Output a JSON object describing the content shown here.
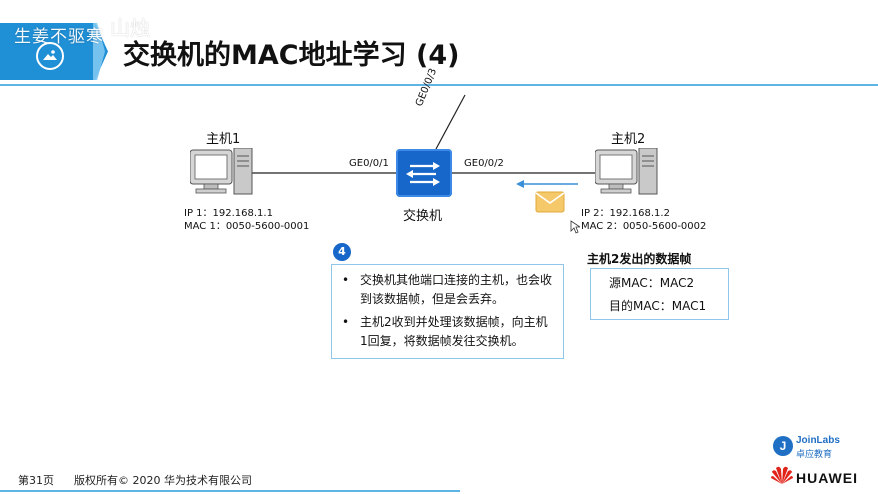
{
  "header": {
    "watermark": "生姜不驱寒",
    "watermark_sig": "山烛",
    "title": "交换机的MAC地址学习 (4)"
  },
  "host1": {
    "label": "主机1",
    "ip": "IP 1：192.168.1.1",
    "mac": "MAC 1：0050-5600-0001"
  },
  "host2": {
    "label": "主机2",
    "ip": "IP 2：192.168.1.2",
    "mac": "MAC 2：0050-5600-0002"
  },
  "switch": {
    "label": "交换机",
    "ports": {
      "p1": "GE0/0/1",
      "p2": "GE0/0/2",
      "p3": "GE0/0/3"
    }
  },
  "step": {
    "number": "4",
    "bullet": "•",
    "items": [
      "交换机其他端口连接的主机，也会收到该数据帧，但是会丢弃。",
      "主机2收到并处理该数据帧，向主机1回复，将数据帧发往交换机。"
    ]
  },
  "frame": {
    "title": "主机2发出的数据帧",
    "src": "源MAC：MAC2",
    "dst": "目的MAC：MAC1"
  },
  "footer": {
    "page": "第31页",
    "copyright": "版权所有© 2020 华为技术有限公司",
    "joinlabs_letter": "J",
    "joinlabs": "JoinLabs",
    "joinlabs_cn": "卓应教育",
    "huawei": "HUAWEI"
  },
  "colors": {
    "accent": "#1f8fd6",
    "switch": "#1667c9",
    "border": "#8fc6ea",
    "envelope": "#f5c96a",
    "arrow": "#3a8fd9",
    "huawei_red": "#e2231a"
  }
}
